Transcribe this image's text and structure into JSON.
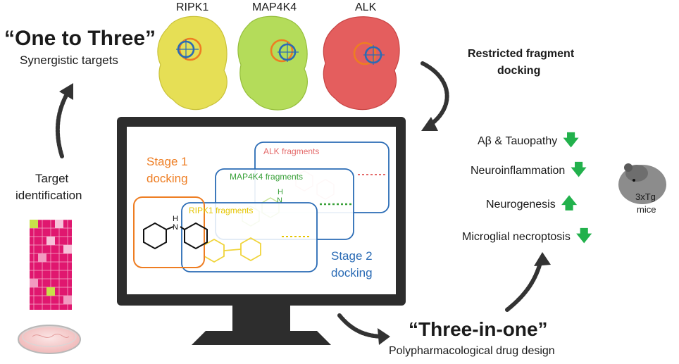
{
  "left_heading": {
    "title": "“One to Three”",
    "subtitle": "Synergistic targets"
  },
  "proteins": [
    {
      "label": "RIPK1",
      "color": "#e6df55"
    },
    {
      "label": "MAP4K4",
      "color": "#b4dc5a"
    },
    {
      "label": "ALK",
      "color": "#e45e5e"
    }
  ],
  "right_heading": {
    "line1": "Restricted fragment",
    "line2": "docking"
  },
  "target_id": {
    "line1": "Target",
    "line2": "identification"
  },
  "monitor": {
    "stage1": {
      "line1": "Stage 1",
      "line2": "docking",
      "color": "#ee7d22"
    },
    "stage2": {
      "line1": "Stage 2",
      "line2": "docking",
      "color": "#2a6bb5"
    },
    "alk_fragments": {
      "label": "ALK fragments",
      "color": "#e46a6a"
    },
    "map4k4_fragments": {
      "label": "MAP4K4 fragments",
      "color": "#3aa13a"
    },
    "ripk1_fragments": {
      "label": "RIPK1 fragments",
      "color": "#e5c500"
    }
  },
  "effects": [
    {
      "label": "Aβ & Tauopathy",
      "direction": "down"
    },
    {
      "label": "Neuroinflammation",
      "direction": "down"
    },
    {
      "label": "Neurogenesis",
      "direction": "up"
    },
    {
      "label": "Microglial necroptosis",
      "direction": "down"
    }
  ],
  "arrow_color": "#22b14c",
  "mice": {
    "line1": "3xTg",
    "line2": "mice"
  },
  "bottom_heading": {
    "title": "“Three-in-one”",
    "subtitle": "Polypharmacological drug design"
  }
}
